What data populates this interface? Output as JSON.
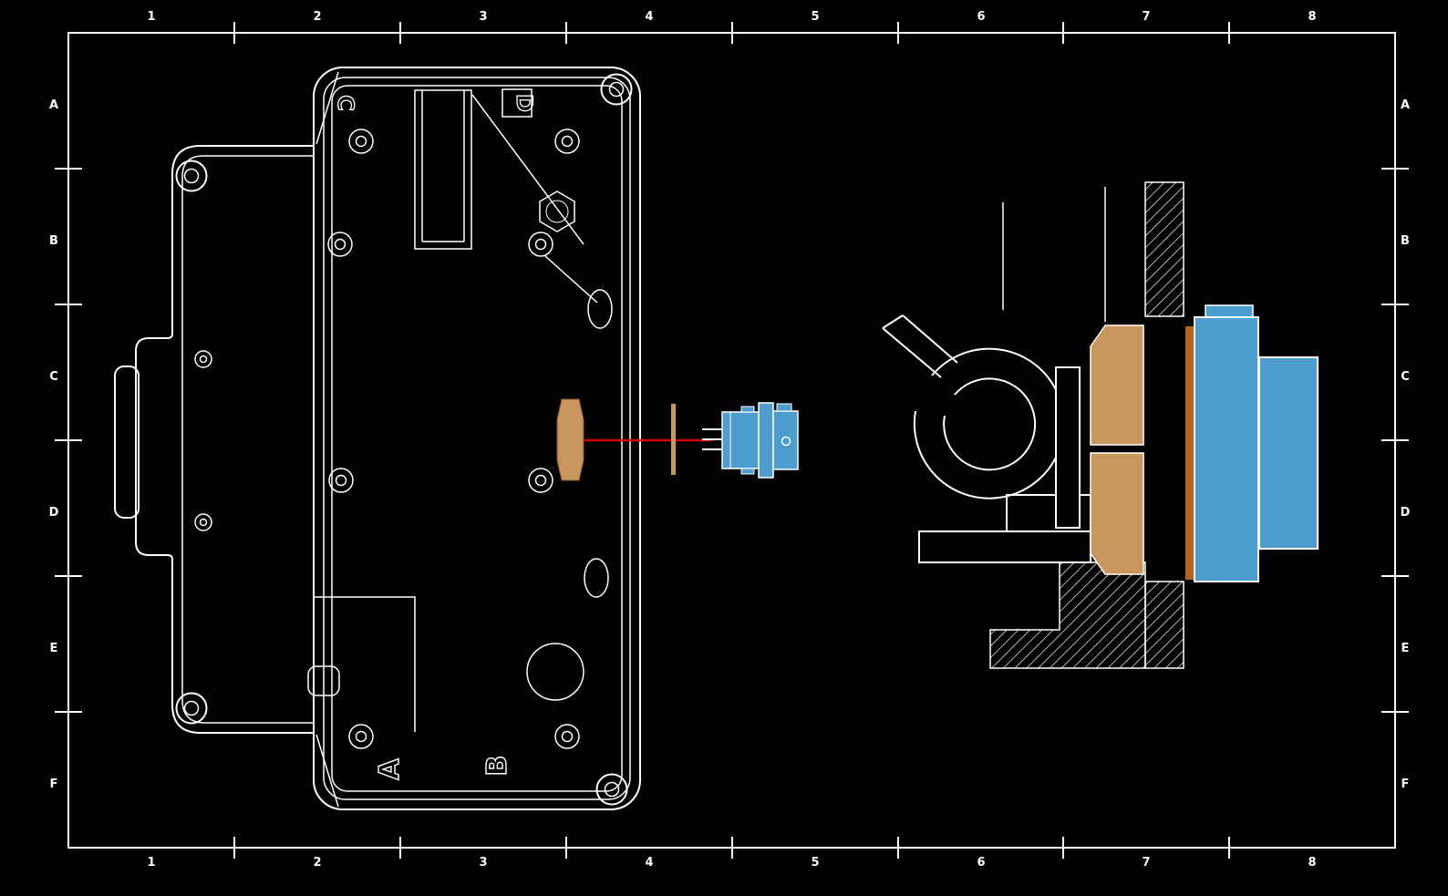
{
  "sheet": {
    "grid_columns": [
      "1",
      "2",
      "3",
      "4",
      "5",
      "6",
      "7",
      "8"
    ],
    "grid_rows": [
      "A",
      "B",
      "C",
      "D",
      "E",
      "F"
    ]
  },
  "colors": {
    "background": "#000000",
    "drawing_line": "#ffffff",
    "connector_blue": "#4d9ecf",
    "nut_tan": "#c9965e",
    "gasket_orange": "#b4661f",
    "centerline_red": "#d60000"
  },
  "enclosure_view": {
    "molded_letters": {
      "top_left": "C",
      "top_right": "D",
      "bottom_left": "A",
      "bottom_right": "B"
    }
  }
}
